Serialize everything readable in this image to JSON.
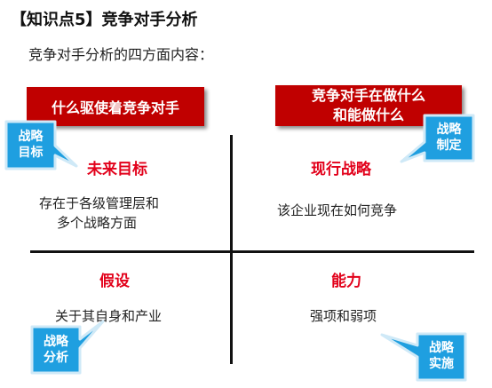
{
  "title": "【知识点5】竞争对手分析",
  "intro": "竞争对手分析的四方面内容：",
  "banners": {
    "left": "什么驱使着竞争对手",
    "right_line1": "竞争对手在做什么",
    "right_line2": "和能做什么"
  },
  "quadrants": {
    "top_left": {
      "title": "未来目标",
      "line1": "存在于各级管理层和",
      "line2": "多个战略方面"
    },
    "top_right": {
      "title": "现行战略",
      "line1": "该企业现在如何竞争"
    },
    "bottom_left": {
      "title": "假设",
      "line1": "关于其自身和产业"
    },
    "bottom_right": {
      "title": "能力",
      "line1": "强项和弱项"
    }
  },
  "callouts": {
    "goal": {
      "line1": "战略",
      "line2": "目标"
    },
    "formulate": {
      "line1": "战略",
      "line2": "制定"
    },
    "analysis": {
      "line1": "战略",
      "line2": "分析"
    },
    "implement": {
      "line1": "战略",
      "line2": "实施"
    }
  },
  "colors": {
    "banner_red": "#c00000",
    "quadrant_title_red": "#e2001a",
    "callout_blue": "#1f9fe0",
    "callout_border": "#cfe9f7"
  }
}
